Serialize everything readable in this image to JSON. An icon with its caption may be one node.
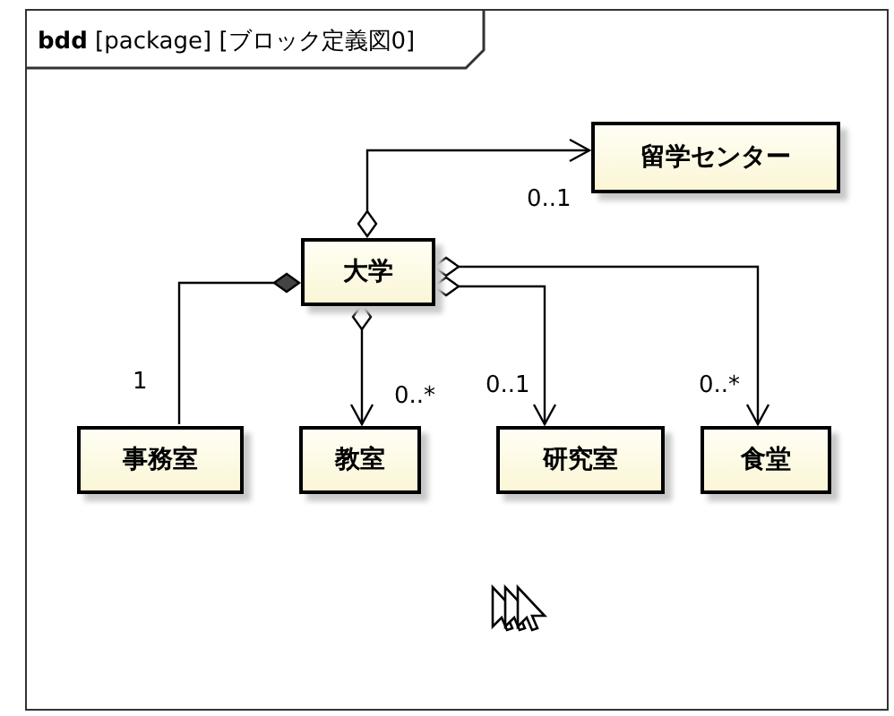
{
  "diagram": {
    "nodes": [
      {
        "text": [
          "**bdd** [package] [ブロック定義図0]"
        ]
      },
      {
        "text": [
          "留学センター"
        ],
        "in": 0
      },
      {
        "text": [
          "大学"
        ],
        "in": 0
      },
      {
        "text": [
          "事務室"
        ],
        "in": 0
      },
      {
        "text": [
          "教室"
        ],
        "in": 0
      },
      {
        "text": [
          "研究室"
        ],
        "in": 0
      },
      {
        "text": [
          "食堂"
        ],
        "in": 0
      }
    ],
    "edges": [
      {
        "from": 2,
        "to": 1,
        "arrow": "to",
        "label": "0..1"
      },
      {
        "from": 2,
        "to": 3,
        "arrow": "other",
        "label": "1"
      },
      {
        "from": 2,
        "to": 4,
        "arrow": "to",
        "label": "0..*"
      },
      {
        "from": 2,
        "to": 5,
        "arrow": "to",
        "label": "0..1"
      },
      {
        "from": 2,
        "to": 6,
        "arrow": "to",
        "label": "0..*"
      }
    ]
  }
}
